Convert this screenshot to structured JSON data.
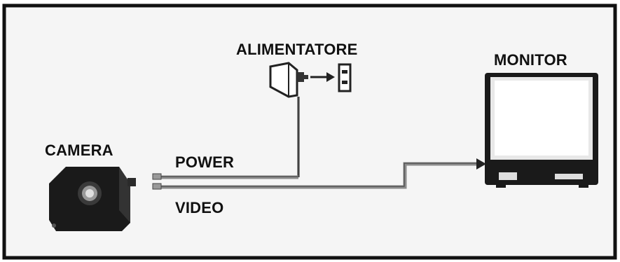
{
  "labels": {
    "alimentatore": "ALIMENTATORE",
    "monitor": "MONITOR",
    "camera": "CAMERA",
    "power": "POWER",
    "video": "VIDEO"
  },
  "colors": {
    "frame": "#111111",
    "background": "#f5f5f5",
    "cable": "#8c8c8c",
    "device_dark": "#1a1a1a",
    "screen": "#ffffff"
  }
}
